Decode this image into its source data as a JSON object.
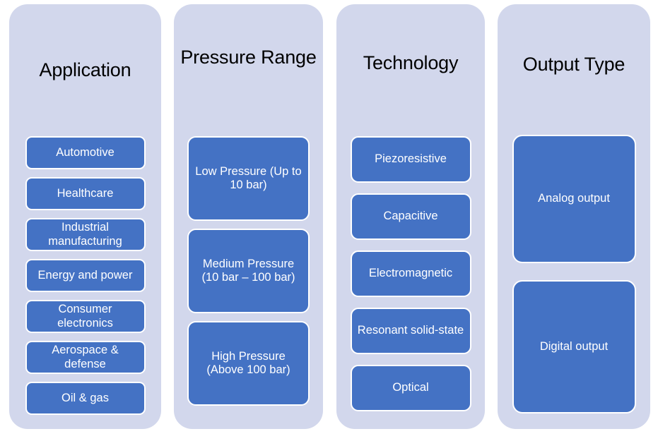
{
  "diagram": {
    "type": "four-column-category-breakdown",
    "background_color": "#ffffff",
    "panel_color": "#d2d7ec",
    "node_color": "#4472c4",
    "node_text_color": "#ffffff",
    "title_text_color": "#000000",
    "columns": [
      {
        "title": "Application",
        "items": [
          "Automotive",
          "Healthcare",
          "Industrial manufacturing",
          "Energy and power",
          "Consumer electronics",
          "Aerospace & defense",
          "Oil & gas"
        ]
      },
      {
        "title": "Pressure Range",
        "items": [
          "Low Pressure (Up to 10 bar)",
          "Medium Pressure (10 bar – 100 bar)",
          "High Pressure (Above 100 bar)"
        ]
      },
      {
        "title": "Technology",
        "items": [
          "Piezoresistive",
          "Capacitive",
          "Electromagnetic",
          "Resonant solid-state",
          "Optical"
        ]
      },
      {
        "title": "Output Type",
        "items": [
          "Analog output",
          "Digital output"
        ]
      }
    ]
  }
}
